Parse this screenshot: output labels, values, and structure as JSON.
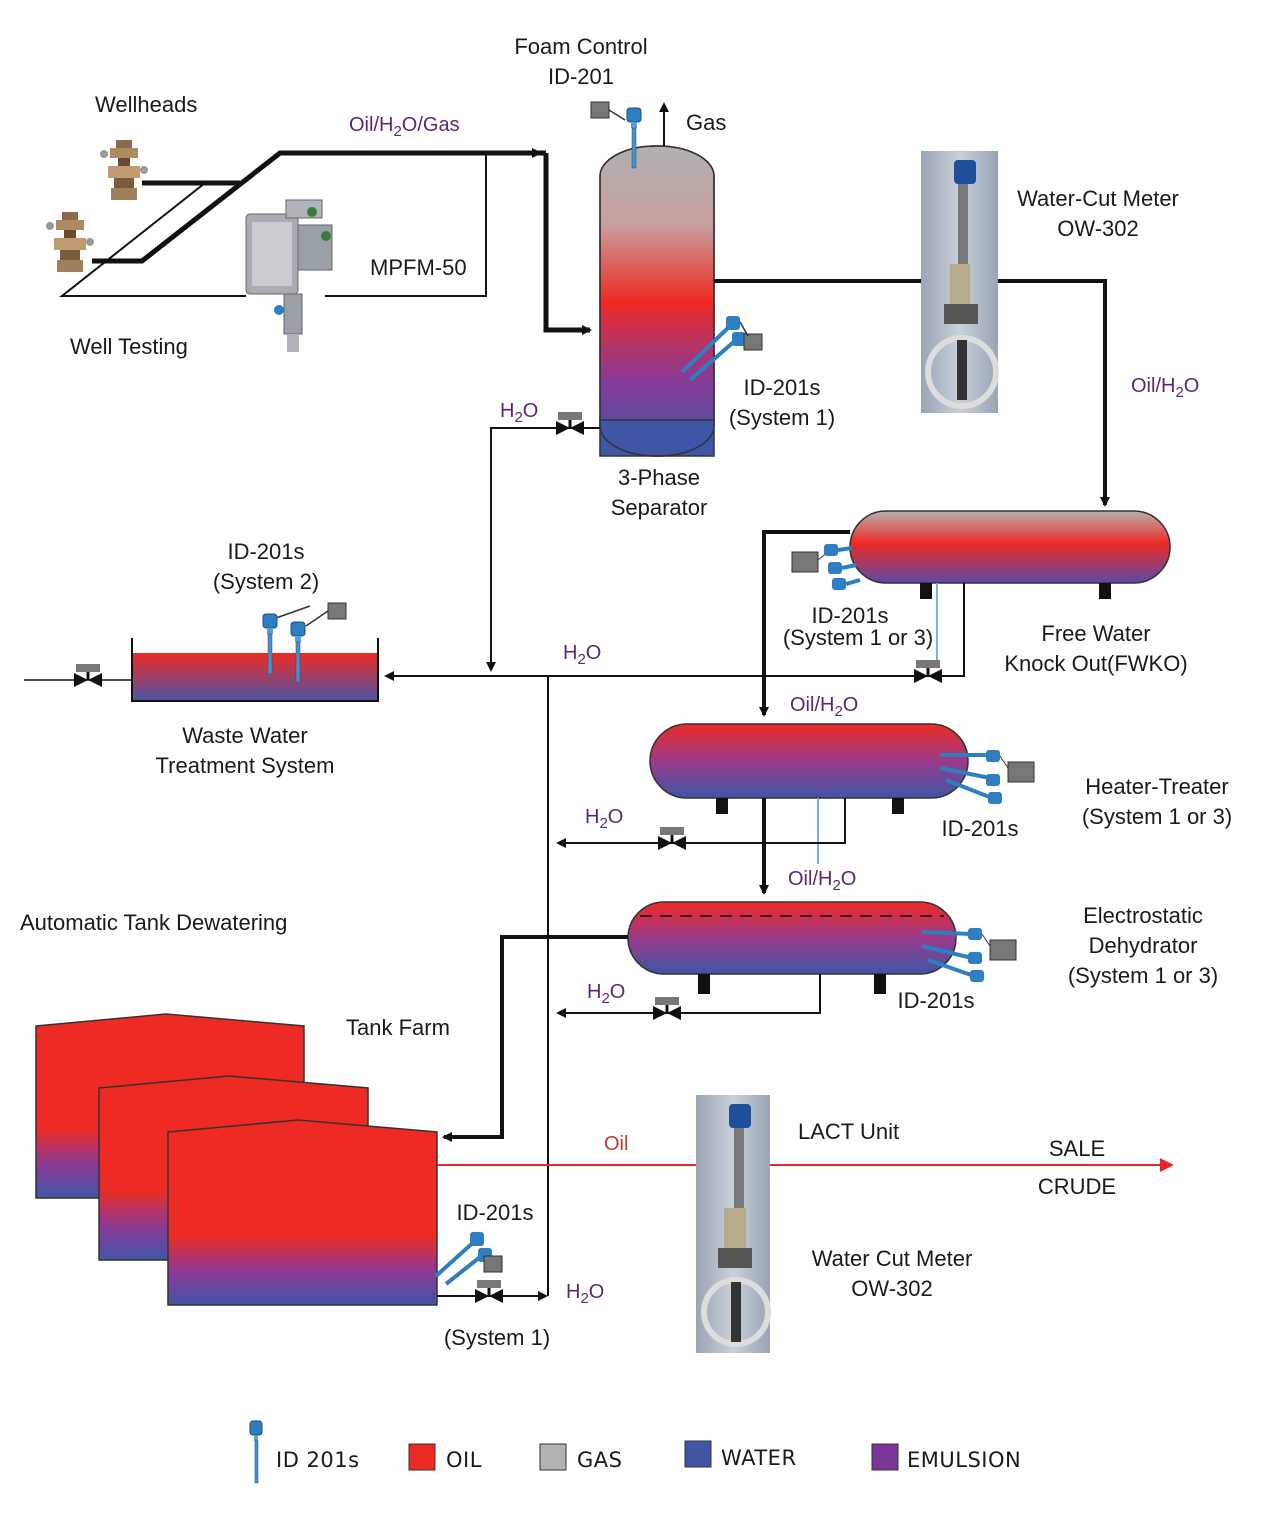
{
  "labels": {
    "foam_control": "Foam Control",
    "foam_id": "ID-201",
    "gas": "Gas",
    "wellheads": "Wellheads",
    "oil_h2o_gas_pre": "Oil/H",
    "oil_h2o_gas_sub": "2",
    "oil_h2o_gas_post": "O/Gas",
    "mpfm": "MPFM-50",
    "well_testing": "Well Testing",
    "watercut_title": "Water-Cut Meter",
    "watercut_id": "OW-302",
    "oil_h2o_pre": "Oil/H",
    "oil_h2o_sub": "2",
    "oil_h2o_post": "O",
    "sep_id201s": "ID-201s",
    "sep_system": "(System 1)",
    "h2o_pre": "H",
    "h2o_sub": "2",
    "h2o_post": "O",
    "sep_name1": "3-Phase",
    "sep_name2": "Separator",
    "ww_id201s": "ID-201s",
    "ww_system": "(System 2)",
    "fwko_id201s": "ID-201s",
    "fwko_system": "(System 1 or 3)",
    "fwko_name1": "Free Water",
    "fwko_name2": "Knock Out(FWKO)",
    "ww_name1": "Waste Water",
    "ww_name2": "Treatment System",
    "ht_name1": "Heater-Treater",
    "ht_name2": "(System 1 or 3)",
    "ht_id201s": "ID-201s",
    "auto_dewater": "Automatic Tank Dewatering",
    "ed_name1": "Electrostatic",
    "ed_name2": "Dehydrator",
    "ed_name3": "(System 1 or 3)",
    "ed_id201s": "ID-201s",
    "tank_farm": "Tank Farm",
    "oil": "Oil",
    "lact": "LACT Unit",
    "sale": "SALE",
    "crude": "CRUDE",
    "tank_id201s": "ID-201s",
    "tank_system": "(System 1)",
    "lact_wcm1": "Water Cut Meter",
    "lact_wcm2": "OW-302"
  },
  "legend": {
    "probe": "ID 201s",
    "oil": "OIL",
    "gas": "GAS",
    "water": "WATER",
    "emulsion": "EMULSION"
  },
  "colors": {
    "oil": "#ee2a24",
    "gas": "#b3b3b3",
    "water": "#3f55a6",
    "emulsion": "#7a3596",
    "probe": "#2d7fc1",
    "pipe": "#111111",
    "sale_line": "#e8252a"
  }
}
